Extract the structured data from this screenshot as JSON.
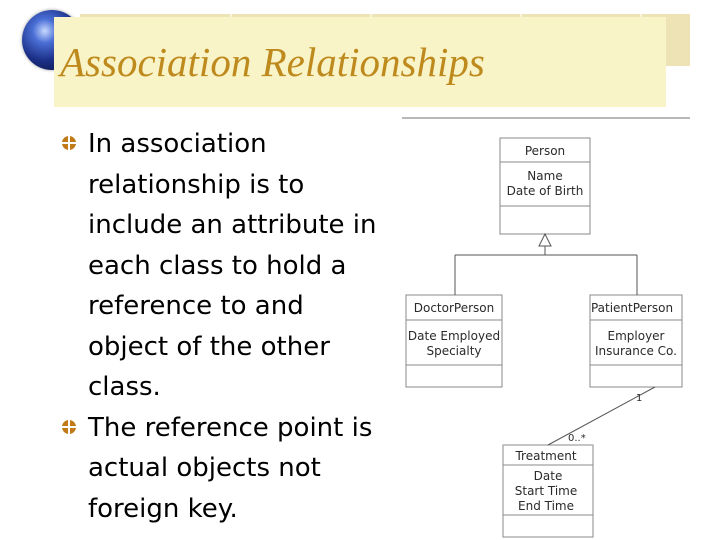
{
  "slide": {
    "title": "Association Relationships",
    "bullets": [
      "In association relationship is to include an attribute in each class to hold a reference to and object of the other class.",
      "The reference point is actual objects not foreign key."
    ]
  },
  "diagram": {
    "classes": {
      "person": {
        "name": "Person",
        "attributes": [
          "Name",
          "Date of Birth"
        ]
      },
      "doctor": {
        "name": "DoctorPerson",
        "attributes": [
          "Date Employed",
          "Specialty"
        ]
      },
      "patient": {
        "name": "PatientPerson",
        "attributes": [
          "Employer",
          "Insurance Co."
        ]
      },
      "treatment": {
        "name": "Treatment",
        "attributes": [
          "Date",
          "Start Time",
          "End Time"
        ]
      }
    },
    "multiplicity": {
      "patient_end": "1",
      "treatment_end": "0..*"
    }
  },
  "colors": {
    "title": "#bf8a1d",
    "bullet_icon": "#c07a17",
    "title_box": "#f8f4c7",
    "header_band": "#eee3b5"
  }
}
